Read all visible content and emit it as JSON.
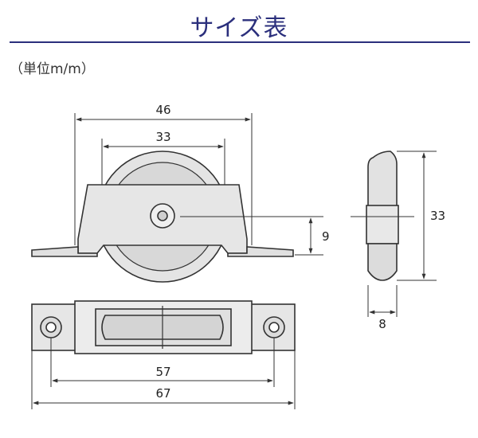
{
  "title": "サイズ表",
  "unit_note": "（単位m/m）",
  "dimensions": {
    "overall_width": "46",
    "wheel_width": "33",
    "wheel_below_plate": "9",
    "side_height": "33",
    "side_thickness": "8",
    "hole_pitch": "57",
    "plate_length": "67"
  },
  "colors": {
    "title": "#2b2f7c",
    "line": "#333333",
    "fill": "#e3e3e3"
  }
}
